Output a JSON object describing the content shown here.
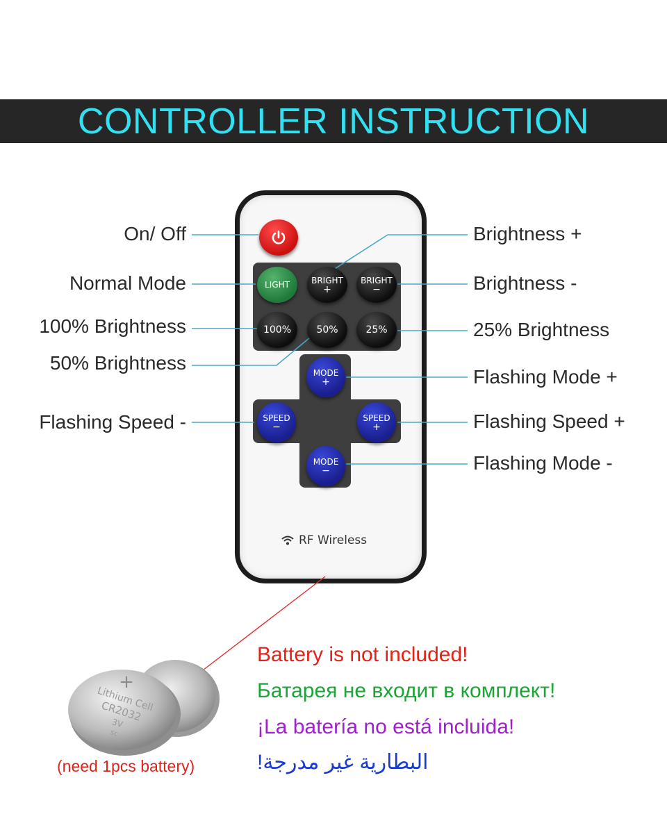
{
  "banner": {
    "title": "CONTROLLER INSTRUCTION"
  },
  "left_labels": {
    "on_off": "On/ Off",
    "normal_mode": "Normal Mode",
    "brightness_100": "100% Brightness",
    "brightness_50": "50% Brightness",
    "flashing_speed_minus": "Flashing Speed -"
  },
  "right_labels": {
    "brightness_plus": "Brightness +",
    "brightness_minus": "Brightness -",
    "brightness_25": "25% Brightness",
    "flashing_mode_plus": "Flashing Mode +",
    "flashing_speed_plus": "Flashing Speed +",
    "flashing_mode_minus": "Flashing Mode -"
  },
  "remote": {
    "buttons": {
      "light": "LIGHT",
      "bright_plus_top": "BRIGHT",
      "bright_plus_sign": "+",
      "bright_minus_top": "BRIGHT",
      "bright_minus_sign": "−",
      "b100": "100%",
      "b50": "50%",
      "b25": "25%",
      "mode_plus_top": "MODE",
      "mode_plus_sign": "+",
      "speed_minus_top": "SPEED",
      "speed_minus_sign": "−",
      "speed_plus_top": "SPEED",
      "speed_plus_sign": "+",
      "mode_minus_top": "MODE",
      "mode_minus_sign": "−"
    },
    "rf_label": "RF Wireless"
  },
  "battery": {
    "coin_text_1": "Lithium Cell",
    "coin_text_2": "CR2032",
    "coin_text_3": "3V",
    "coin_text_4": "sc",
    "caption": "(need 1pcs battery)"
  },
  "notes": {
    "english": "Battery is not included!",
    "russian": "Батарея не входит в комплект!",
    "spanish": "¡La batería no está incluida!",
    "arabic": "البطارية غير مدرجة!"
  },
  "colors": {
    "banner_bg": "#262626",
    "banner_text": "#33e0f2",
    "line": "#4aa8c8",
    "english_note": "#e0231a",
    "russian_note": "#1aa534",
    "spanish_note": "#a020d0",
    "arabic_note": "#1a3ad0"
  }
}
